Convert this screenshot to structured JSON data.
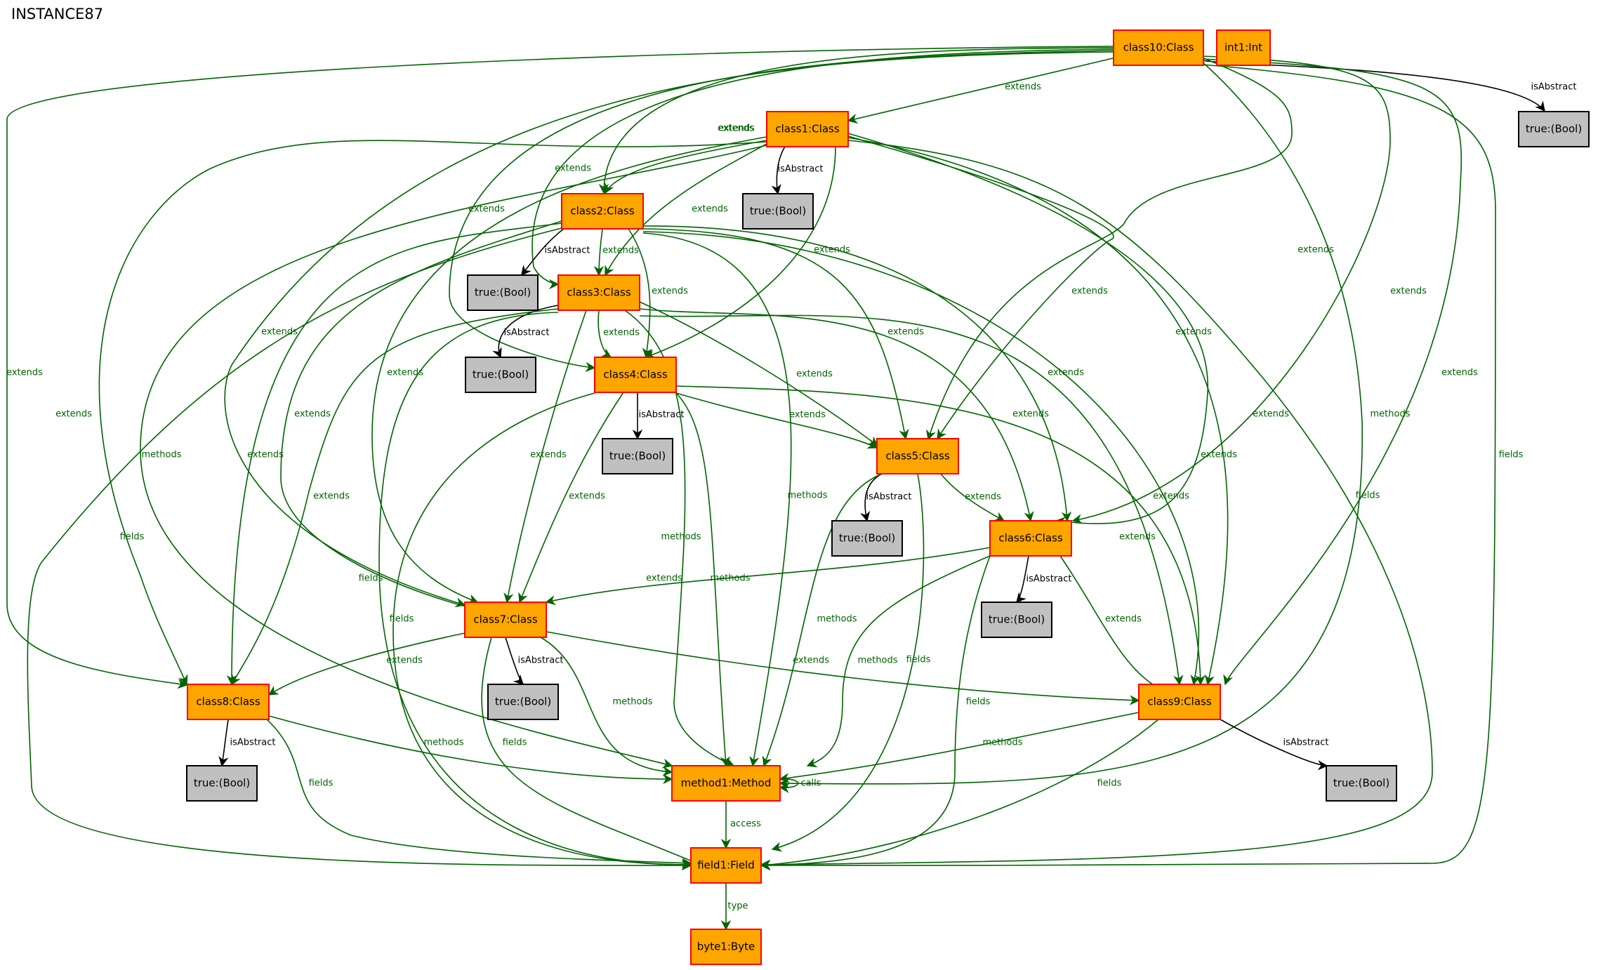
{
  "title": "INSTANCE87",
  "colors": {
    "class_fill": "#ffa500",
    "class_stroke": "#ff0000",
    "bool_fill": "#c0c0c0",
    "bool_stroke": "#000000",
    "edge_green": "#006400",
    "edge_black": "#000000"
  },
  "nodes": [
    {
      "id": "class10",
      "label": "class10:Class",
      "kind": "class"
    },
    {
      "id": "int1",
      "label": "int1:Int",
      "kind": "class"
    },
    {
      "id": "b10",
      "label": "true:(Bool)",
      "kind": "bool"
    },
    {
      "id": "class1",
      "label": "class1:Class",
      "kind": "class"
    },
    {
      "id": "b1",
      "label": "true:(Bool)",
      "kind": "bool"
    },
    {
      "id": "class2",
      "label": "class2:Class",
      "kind": "class"
    },
    {
      "id": "b2",
      "label": "true:(Bool)",
      "kind": "bool"
    },
    {
      "id": "class3",
      "label": "class3:Class",
      "kind": "class"
    },
    {
      "id": "b3",
      "label": "true:(Bool)",
      "kind": "bool"
    },
    {
      "id": "class4",
      "label": "class4:Class",
      "kind": "class"
    },
    {
      "id": "b4",
      "label": "true:(Bool)",
      "kind": "bool"
    },
    {
      "id": "class5",
      "label": "class5:Class",
      "kind": "class"
    },
    {
      "id": "b5",
      "label": "true:(Bool)",
      "kind": "bool"
    },
    {
      "id": "class6",
      "label": "class6:Class",
      "kind": "class"
    },
    {
      "id": "b6",
      "label": "true:(Bool)",
      "kind": "bool"
    },
    {
      "id": "class7",
      "label": "class7:Class",
      "kind": "class"
    },
    {
      "id": "b7",
      "label": "true:(Bool)",
      "kind": "bool"
    },
    {
      "id": "class8",
      "label": "class8:Class",
      "kind": "class"
    },
    {
      "id": "b8",
      "label": "true:(Bool)",
      "kind": "bool"
    },
    {
      "id": "class9",
      "label": "class9:Class",
      "kind": "class"
    },
    {
      "id": "b9",
      "label": "true:(Bool)",
      "kind": "bool"
    },
    {
      "id": "method1",
      "label": "method1:Method",
      "kind": "class"
    },
    {
      "id": "field1",
      "label": "field1:Field",
      "kind": "class"
    },
    {
      "id": "byte1",
      "label": "byte1:Byte",
      "kind": "class"
    }
  ],
  "edges": [
    {
      "id": "e1",
      "from": "class10",
      "to": "b10",
      "label": "isAbstract",
      "color": "black"
    },
    {
      "id": "e2",
      "from": "class10",
      "to": "class1",
      "label": "extends",
      "color": "green"
    },
    {
      "id": "e3",
      "from": "class10",
      "to": "class2",
      "label": "extends",
      "color": "green"
    },
    {
      "id": "e4",
      "from": "class10",
      "to": "class3",
      "label": "extends",
      "color": "green"
    },
    {
      "id": "e5",
      "from": "class10",
      "to": "class4",
      "label": "extends",
      "color": "green"
    },
    {
      "id": "e6",
      "from": "class10",
      "to": "class5",
      "label": "extends",
      "color": "green"
    },
    {
      "id": "e7",
      "from": "class10",
      "to": "class6",
      "label": "extends",
      "color": "green"
    },
    {
      "id": "e8",
      "from": "class10",
      "to": "class7",
      "label": "extends",
      "color": "green"
    },
    {
      "id": "e9",
      "from": "class10",
      "to": "class8",
      "label": "extends",
      "color": "green"
    },
    {
      "id": "e10",
      "from": "class10",
      "to": "class9",
      "label": "extends",
      "color": "green"
    },
    {
      "id": "e11",
      "from": "class10",
      "to": "method1",
      "label": "methods",
      "color": "green"
    },
    {
      "id": "e12",
      "from": "class10",
      "to": "field1",
      "label": "fields",
      "color": "green"
    },
    {
      "id": "e13",
      "from": "class1",
      "to": "b1",
      "label": "isAbstract",
      "color": "black"
    },
    {
      "id": "e14",
      "from": "class1",
      "to": "class2",
      "label": "extends",
      "color": "green"
    },
    {
      "id": "e15",
      "from": "class1",
      "to": "class3",
      "label": "extends",
      "color": "green"
    },
    {
      "id": "e16",
      "from": "class1",
      "to": "class4",
      "label": "extends",
      "color": "green"
    },
    {
      "id": "e17",
      "from": "class1",
      "to": "class5",
      "label": "extends",
      "color": "green"
    },
    {
      "id": "e18",
      "from": "class1",
      "to": "class6",
      "label": "extends",
      "color": "green"
    },
    {
      "id": "e19",
      "from": "class1",
      "to": "class7",
      "label": "extends",
      "color": "green"
    },
    {
      "id": "e20",
      "from": "class1",
      "to": "class8",
      "label": "extends",
      "color": "green"
    },
    {
      "id": "e21",
      "from": "class1",
      "to": "class9",
      "label": "extends",
      "color": "green"
    },
    {
      "id": "e22",
      "from": "class1",
      "to": "method1",
      "label": "methods",
      "color": "green"
    },
    {
      "id": "e23",
      "from": "class1",
      "to": "field1",
      "label": "fields",
      "color": "green"
    },
    {
      "id": "e24",
      "from": "class2",
      "to": "b2",
      "label": "isAbstract",
      "color": "black"
    },
    {
      "id": "e25",
      "from": "class2",
      "to": "class3",
      "label": "extends",
      "color": "green"
    },
    {
      "id": "e26",
      "from": "class2",
      "to": "class4",
      "label": "extends",
      "color": "green"
    },
    {
      "id": "e27",
      "from": "class2",
      "to": "class5",
      "label": "extends",
      "color": "green"
    },
    {
      "id": "e28",
      "from": "class2",
      "to": "class6",
      "label": "extends",
      "color": "green"
    },
    {
      "id": "e29",
      "from": "class2",
      "to": "class7",
      "label": "extends",
      "color": "green"
    },
    {
      "id": "e30",
      "from": "class2",
      "to": "class8",
      "label": "extends",
      "color": "green"
    },
    {
      "id": "e31",
      "from": "class2",
      "to": "class9",
      "label": "extends",
      "color": "green"
    },
    {
      "id": "e32",
      "from": "class2",
      "to": "method1",
      "label": "methods",
      "color": "green"
    },
    {
      "id": "e33",
      "from": "class2",
      "to": "field1",
      "label": "fields",
      "color": "green"
    },
    {
      "id": "e34",
      "from": "class3",
      "to": "b3",
      "label": "isAbstract",
      "color": "black"
    },
    {
      "id": "e35",
      "from": "class3",
      "to": "class4",
      "label": "extends",
      "color": "green"
    },
    {
      "id": "e36",
      "from": "class3",
      "to": "class5",
      "label": "extends",
      "color": "green"
    },
    {
      "id": "e37",
      "from": "class3",
      "to": "class6",
      "label": "extends",
      "color": "green"
    },
    {
      "id": "e38",
      "from": "class3",
      "to": "class7",
      "label": "extends",
      "color": "green"
    },
    {
      "id": "e39",
      "from": "class3",
      "to": "class8",
      "label": "extends",
      "color": "green"
    },
    {
      "id": "e40",
      "from": "class3",
      "to": "class9",
      "label": "extends",
      "color": "green"
    },
    {
      "id": "e41",
      "from": "class3",
      "to": "method1",
      "label": "methods",
      "color": "green"
    },
    {
      "id": "e42",
      "from": "class3",
      "to": "field1",
      "label": "fields",
      "color": "green"
    },
    {
      "id": "e43",
      "from": "class4",
      "to": "b4",
      "label": "isAbstract",
      "color": "black"
    },
    {
      "id": "e44",
      "from": "class4",
      "to": "class5",
      "label": "extends",
      "color": "green"
    },
    {
      "id": "e45",
      "from": "class4",
      "to": "class7",
      "label": "extends",
      "color": "green"
    },
    {
      "id": "e46",
      "from": "class4",
      "to": "class9",
      "label": "extends",
      "color": "green"
    },
    {
      "id": "e47",
      "from": "class4",
      "to": "method1",
      "label": "methods",
      "color": "green"
    },
    {
      "id": "e48",
      "from": "class4",
      "to": "field1",
      "label": "fields",
      "color": "green"
    },
    {
      "id": "e49",
      "from": "class5",
      "to": "b5",
      "label": "isAbstract",
      "color": "black"
    },
    {
      "id": "e50",
      "from": "class5",
      "to": "class6",
      "label": "extends",
      "color": "green"
    },
    {
      "id": "e51",
      "from": "class5",
      "to": "method1",
      "label": "methods",
      "color": "green"
    },
    {
      "id": "e52",
      "from": "class5",
      "to": "field1",
      "label": "fields",
      "color": "green"
    },
    {
      "id": "e53",
      "from": "class6",
      "to": "b6",
      "label": "isAbstract",
      "color": "black"
    },
    {
      "id": "e54",
      "from": "class6",
      "to": "class7",
      "label": "extends",
      "color": "green"
    },
    {
      "id": "e55",
      "from": "class6",
      "to": "class9",
      "label": "extends",
      "color": "green"
    },
    {
      "id": "e56",
      "from": "class6",
      "to": "method1",
      "label": "methods",
      "color": "green"
    },
    {
      "id": "e57",
      "from": "class6",
      "to": "field1",
      "label": "fields",
      "color": "green"
    },
    {
      "id": "e58",
      "from": "class7",
      "to": "b7",
      "label": "isAbstract",
      "color": "black"
    },
    {
      "id": "e59",
      "from": "class7",
      "to": "class8",
      "label": "extends",
      "color": "green"
    },
    {
      "id": "e60",
      "from": "class7",
      "to": "class9",
      "label": "extends",
      "color": "green"
    },
    {
      "id": "e61",
      "from": "class7",
      "to": "method1",
      "label": "methods",
      "color": "green"
    },
    {
      "id": "e62",
      "from": "class7",
      "to": "field1",
      "label": "fields",
      "color": "green"
    },
    {
      "id": "e63",
      "from": "class8",
      "to": "b8",
      "label": "isAbstract",
      "color": "black"
    },
    {
      "id": "e64",
      "from": "class8",
      "to": "method1",
      "label": "methods",
      "color": "green"
    },
    {
      "id": "e65",
      "from": "class8",
      "to": "field1",
      "label": "fields",
      "color": "green"
    },
    {
      "id": "e66",
      "from": "class9",
      "to": "b9",
      "label": "isAbstract",
      "color": "black"
    },
    {
      "id": "e67",
      "from": "class9",
      "to": "method1",
      "label": "methods",
      "color": "green"
    },
    {
      "id": "e68",
      "from": "class9",
      "to": "field1",
      "label": "fields",
      "color": "green"
    },
    {
      "id": "e69",
      "from": "method1",
      "to": "method1",
      "label": "calls",
      "color": "green"
    },
    {
      "id": "e70",
      "from": "method1",
      "to": "field1",
      "label": "access",
      "color": "green"
    },
    {
      "id": "e71",
      "from": "field1",
      "to": "byte1",
      "label": "type",
      "color": "green"
    }
  ]
}
